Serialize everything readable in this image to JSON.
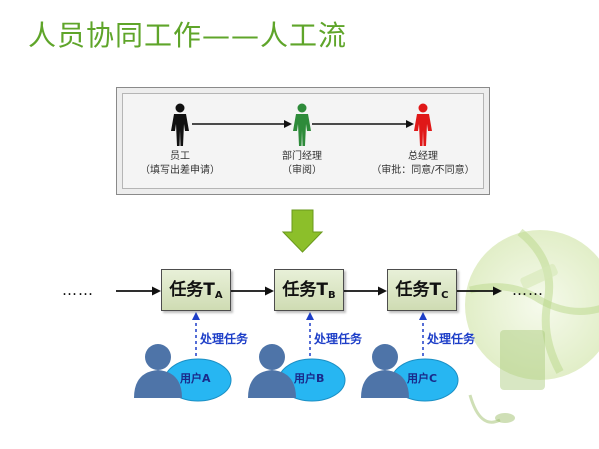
{
  "title": "人员协同工作——人工流",
  "roles": [
    {
      "name": "员工",
      "note": "（填写出差申请）",
      "color": "#111111"
    },
    {
      "name": "部门经理",
      "note": "（审阅）",
      "color": "#2e8b3a"
    },
    {
      "name": "总经理",
      "note": "（审批：同意/不同意）",
      "color": "#e01818"
    }
  ],
  "tasks": [
    {
      "label": "任务T",
      "sub": "A"
    },
    {
      "label": "任务T",
      "sub": "B"
    },
    {
      "label": "任务T",
      "sub": "C"
    }
  ],
  "process_label": "处理任务",
  "users": [
    "用户A",
    "用户B",
    "用户C"
  ],
  "ellipsis_left": "……",
  "ellipsis_right": "……",
  "colors": {
    "title": "#5fa52a",
    "arrow_down": "#8cbf2a",
    "dotted": "#1e3fc8",
    "ellipse": "#27b6f2",
    "person": "#4e74a8"
  }
}
